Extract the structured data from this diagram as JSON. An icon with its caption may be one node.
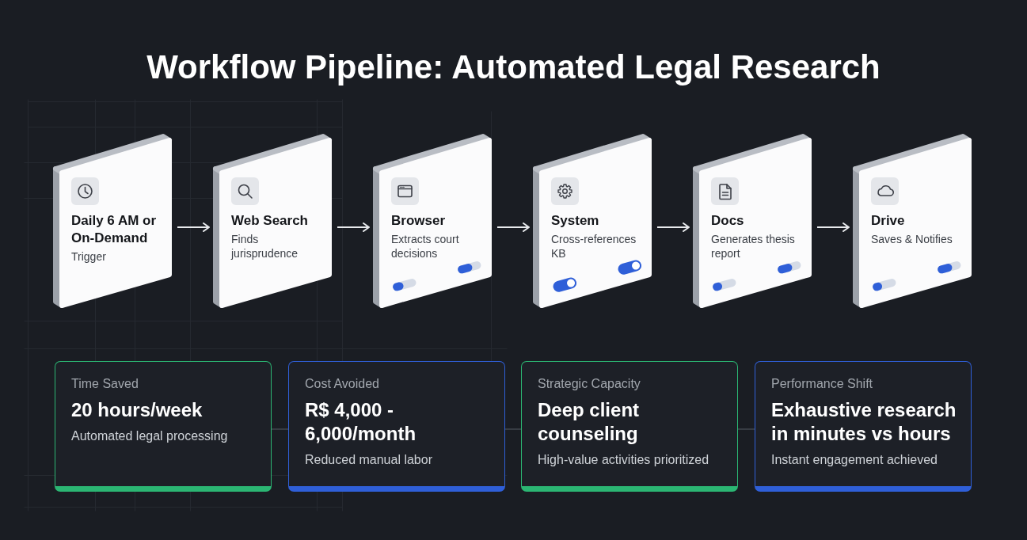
{
  "diagram": {
    "title": "Workflow Pipeline: Automated Legal Research",
    "nodes": [
      {
        "text": [
          "Daily 6 AM or On-Demand",
          "Trigger"
        ]
      },
      {
        "text": [
          "Web Search",
          "Finds jurisprudence"
        ]
      },
      {
        "text": [
          "Browser",
          "Extracts court decisions"
        ]
      },
      {
        "text": [
          "System",
          "Cross-references KB"
        ]
      },
      {
        "text": [
          "Docs",
          "Generates thesis report"
        ]
      },
      {
        "text": [
          "Drive",
          "Saves & Notifies"
        ]
      },
      {
        "text": [
          "Time Saved",
          "20 hours/week",
          "Automated legal processing"
        ]
      },
      {
        "text": [
          "Cost Avoided",
          "R$ 4,000 - 6,000/month",
          "Reduced manual labor"
        ]
      },
      {
        "text": [
          "Strategic Capacity",
          "Deep client counseling",
          "High-value activities prioritized"
        ]
      },
      {
        "text": [
          "Performance Shift",
          "Exhaustive research in minutes vs hours",
          "Instant engagement achieved"
        ]
      }
    ],
    "edges": [
      {
        "from": 0,
        "to": 1,
        "arrow": "to"
      },
      {
        "from": 1,
        "to": 2,
        "arrow": "to"
      },
      {
        "from": 2,
        "to": 3,
        "arrow": "to"
      },
      {
        "from": 3,
        "to": 4,
        "arrow": "to"
      },
      {
        "from": 4,
        "to": 5,
        "arrow": "to"
      },
      {
        "from": 6,
        "to": 7,
        "arrow": "none",
        "color": "#3b4048"
      },
      {
        "from": 7,
        "to": 8,
        "arrow": "none",
        "color": "#3b4048"
      },
      {
        "from": 8,
        "to": 9,
        "arrow": "none",
        "color": "#3b4048"
      }
    ]
  }
}
